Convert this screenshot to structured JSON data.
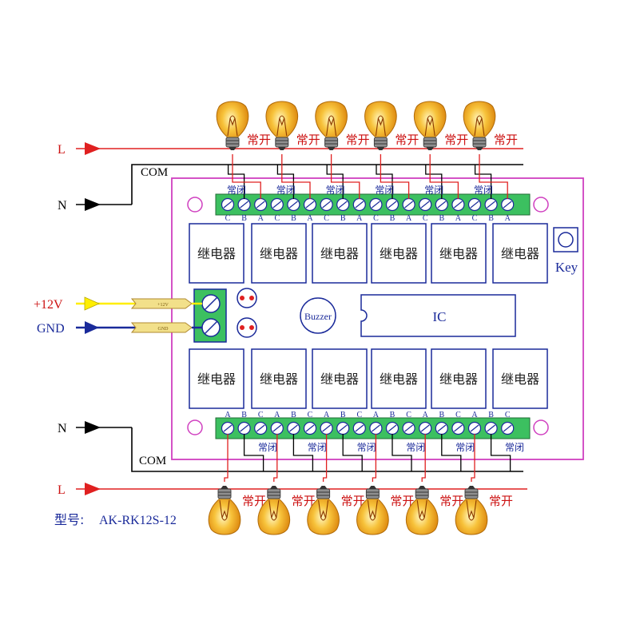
{
  "labels": {
    "L": "L",
    "N": "N",
    "COM": "COM",
    "plus12v": "+12V",
    "gnd": "GND",
    "plus12v_small": "+12V",
    "gnd_small": "GND",
    "buzzer": "Buzzer",
    "ic": "IC",
    "key": "Key",
    "relay": "继电器",
    "normally_open": "常开",
    "normally_closed": "常闭",
    "model_prefix": "型号:",
    "model": "AK-RK12S-12"
  },
  "top_terminal_letters": [
    "C",
    "B",
    "A",
    "C",
    "B",
    "A",
    "C",
    "B",
    "A",
    "C",
    "B",
    "A",
    "C",
    "B",
    "A",
    "C",
    "B",
    "A"
  ],
  "bottom_terminal_letters": [
    "A",
    "B",
    "C",
    "A",
    "B",
    "C",
    "A",
    "B",
    "C",
    "A",
    "B",
    "C",
    "A",
    "B",
    "C",
    "A",
    "B",
    "C"
  ],
  "colors": {
    "live": "#e02020",
    "neutral": "#000000",
    "plus12v": "#ffee00",
    "gnd": "#1a2a9a",
    "board_border": "#d040c0",
    "terminal_fill": "#3cc060",
    "relay_border": "#1a2a9a",
    "label_red": "#cc1111",
    "label_blue": "#1a2a9a",
    "bulb": "#f4a21a"
  },
  "icons": [
    "light-bulb-icon",
    "arrow-right-icon",
    "screw-terminal-icon",
    "push-button-icon"
  ]
}
